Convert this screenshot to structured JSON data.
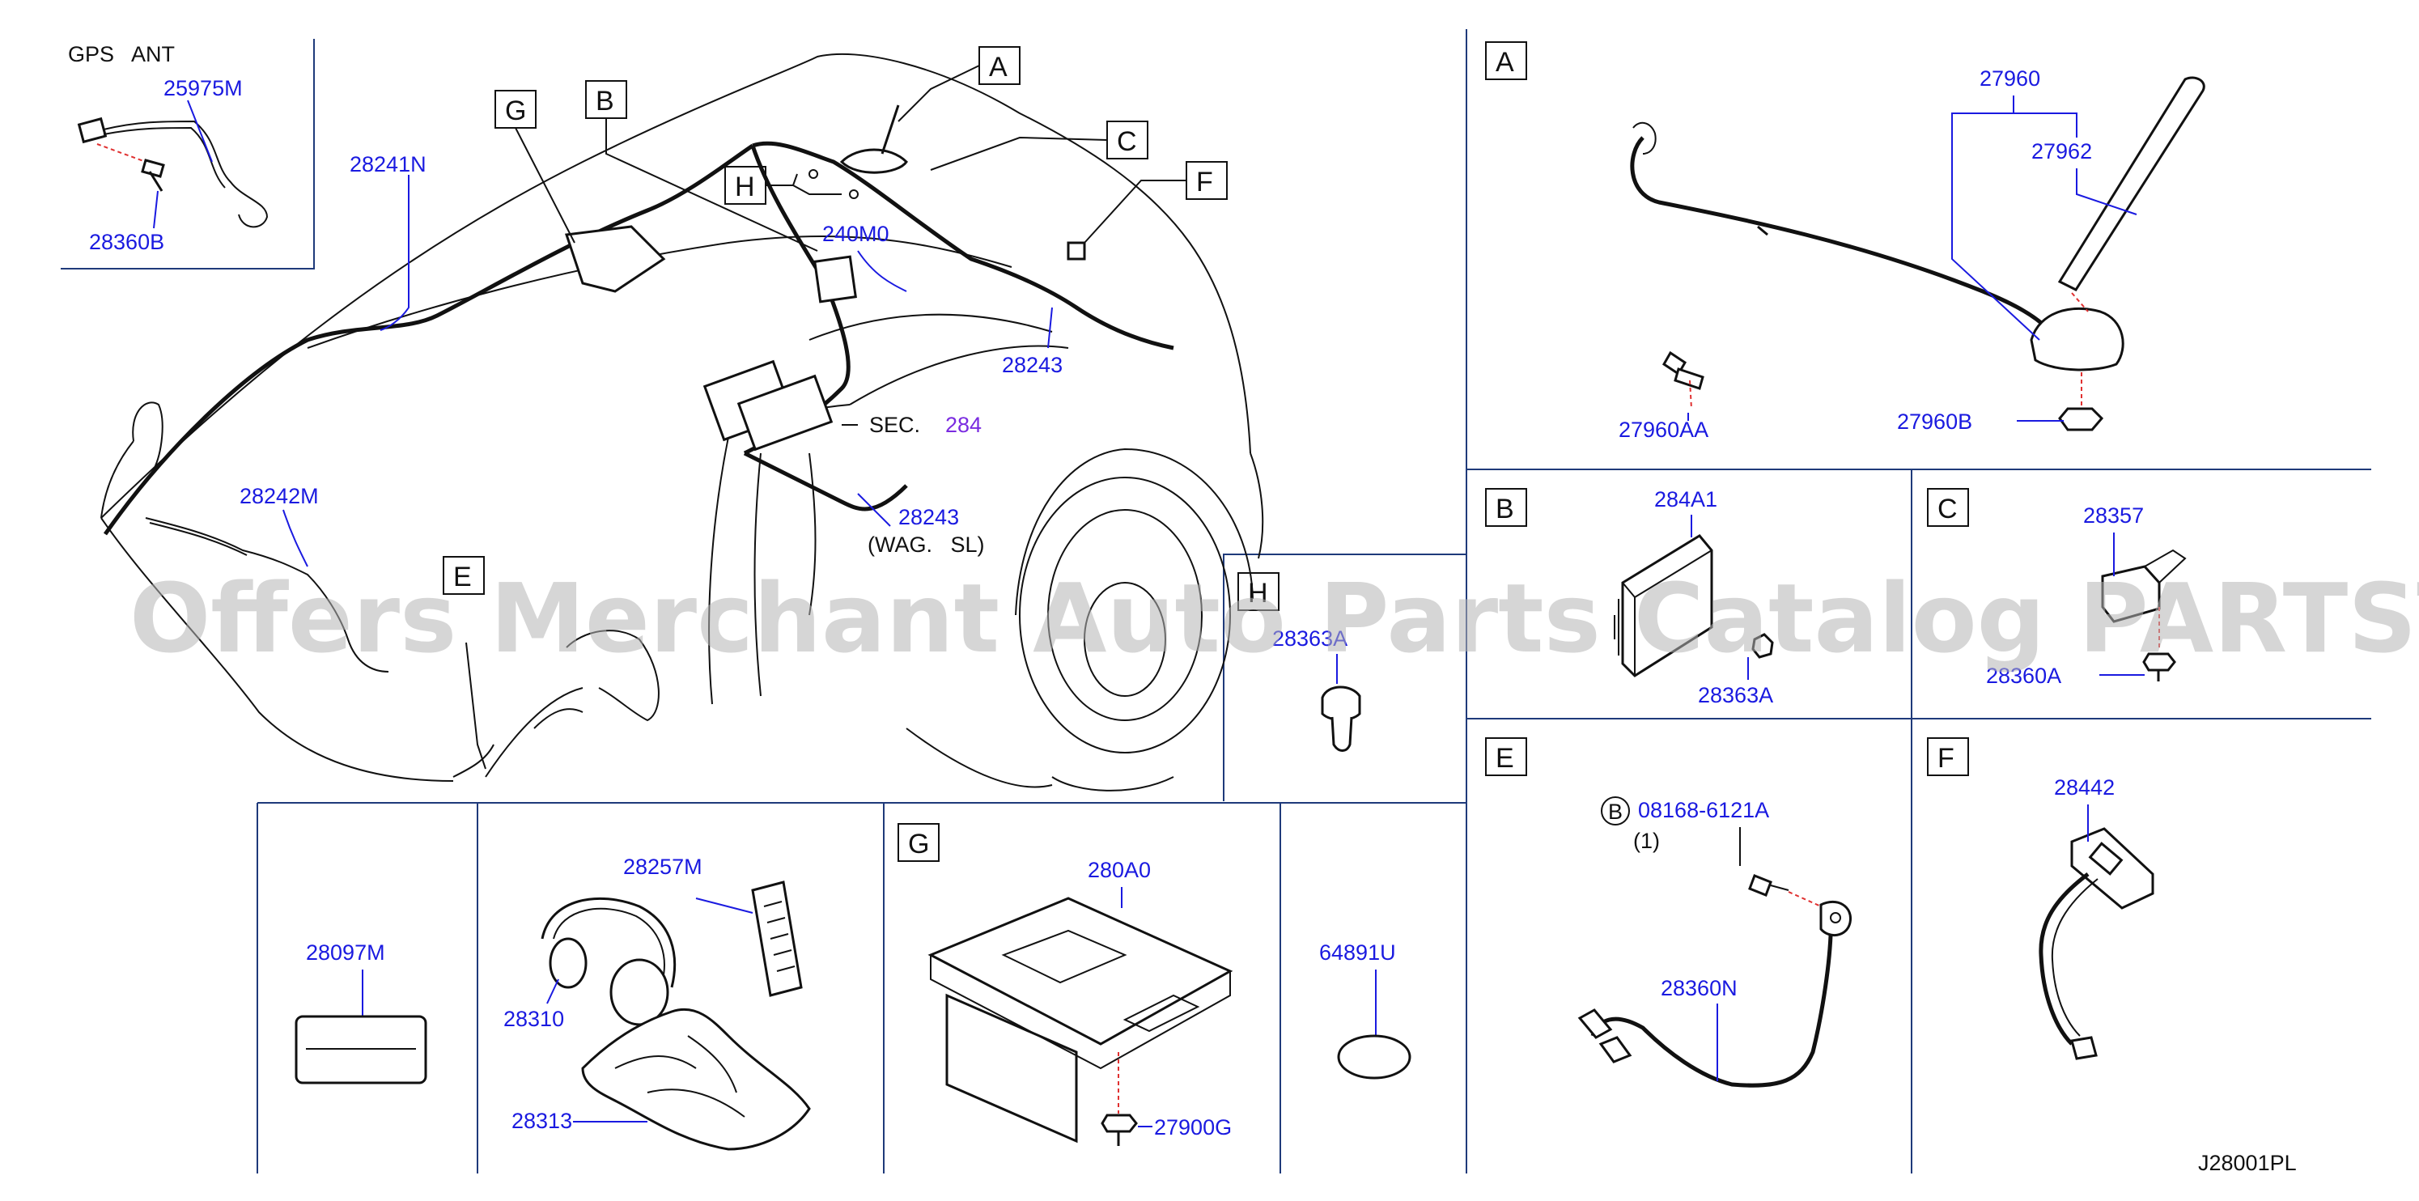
{
  "gps_inset": {
    "title": "GPS   ANT",
    "parts": [
      "25975M",
      "28360B"
    ]
  },
  "main_labels": {
    "p28241N": "28241N",
    "p28242M": "28242M",
    "p240M0": "240M0",
    "p28243a": "28243",
    "p28243b": "28243",
    "wag": "(WAG.   SL)",
    "sec": "SEC.",
    "sec_num": "284"
  },
  "callouts": [
    "A",
    "B",
    "C",
    "E",
    "F",
    "G",
    "H"
  ],
  "panel_a": {
    "letter": "A",
    "parts": [
      "27960",
      "27962",
      "27960AA",
      "27960B"
    ]
  },
  "panel_b": {
    "letter": "B",
    "parts": [
      "284A1",
      "28363A"
    ]
  },
  "panel_c": {
    "letter": "C",
    "parts": [
      "28357",
      "28360A"
    ]
  },
  "panel_h": {
    "letter": "H",
    "parts": [
      "28363A"
    ]
  },
  "panel_e": {
    "letter": "E",
    "circle": "B",
    "parts": [
      "08168-6121A",
      "(1)",
      "28360N"
    ]
  },
  "panel_f": {
    "letter": "F",
    "parts": [
      "28442"
    ]
  },
  "bottom": {
    "p28097M": "28097M",
    "p28257M": "28257M",
    "p28310": "28310",
    "p28313": "28313",
    "panel_g": {
      "letter": "G",
      "parts": [
        "280A0",
        "27900G"
      ]
    },
    "p64891U": "64891U"
  },
  "watermark": "Offers Merchant Auto Parts Catalog PARTSTORE.SA",
  "diagram_code": "J28001PL"
}
